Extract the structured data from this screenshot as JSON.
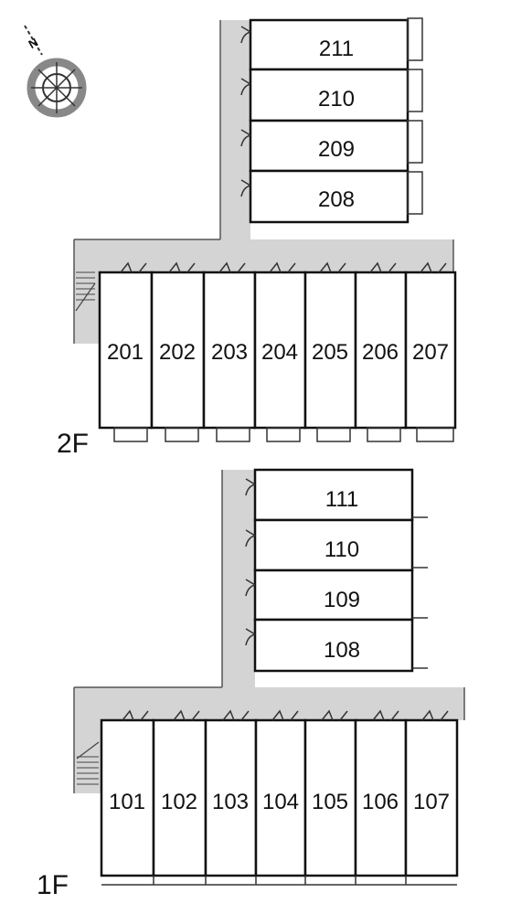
{
  "compass": {
    "north_label": "N",
    "icon": "compass-icon"
  },
  "floors": [
    {
      "label": "2F",
      "upper_rooms": [
        "211",
        "210",
        "209",
        "208"
      ],
      "lower_rooms": [
        "201",
        "202",
        "203",
        "204",
        "205",
        "206",
        "207"
      ]
    },
    {
      "label": "1F",
      "upper_rooms": [
        "111",
        "110",
        "109",
        "108"
      ],
      "lower_rooms": [
        "101",
        "102",
        "103",
        "104",
        "105",
        "106",
        "107"
      ]
    }
  ],
  "colors": {
    "corridor": "#d4d4d4",
    "wall": "#111111",
    "background": "#ffffff"
  }
}
